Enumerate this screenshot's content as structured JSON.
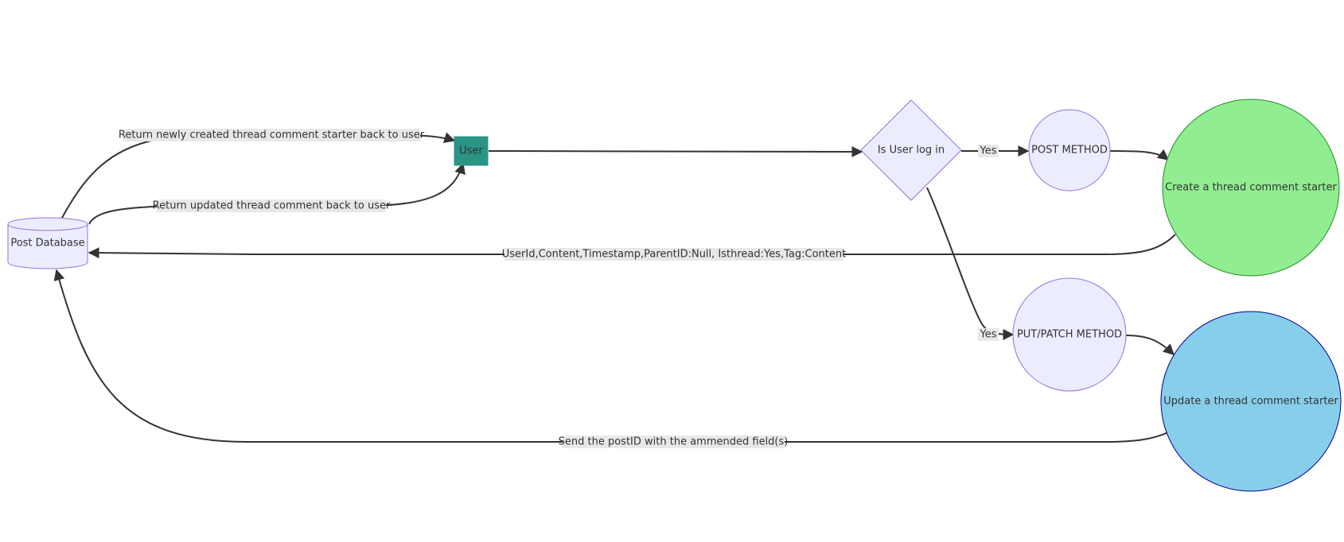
{
  "nodes": {
    "post_database": "Post Database",
    "user": "User",
    "is_user_log_in": "Is User log in",
    "post_method": "POST METHOD",
    "put_patch_method": "PUT/PATCH METHOD",
    "create_thread": "Create a thread comment starter",
    "update_thread": "Update a thread comment starter"
  },
  "edges": {
    "return_new": "Return newly created thread comment starter back to user",
    "return_updated": "Return updated thread comment back to user",
    "yes_post": "Yes",
    "yes_put": "Yes",
    "create_payload": "UserId,Content,Timestamp,ParentID:Null, Isthread:Yes,Tag:Content",
    "update_payload": "Send the postID with the ammended field(s)"
  },
  "colors": {
    "default_fill": "#ececff",
    "default_stroke": "#9370db",
    "user_fill": "#2a9485",
    "create_fill": "#90ee90",
    "update_fill": "#87ceeb",
    "edge": "#333333"
  }
}
